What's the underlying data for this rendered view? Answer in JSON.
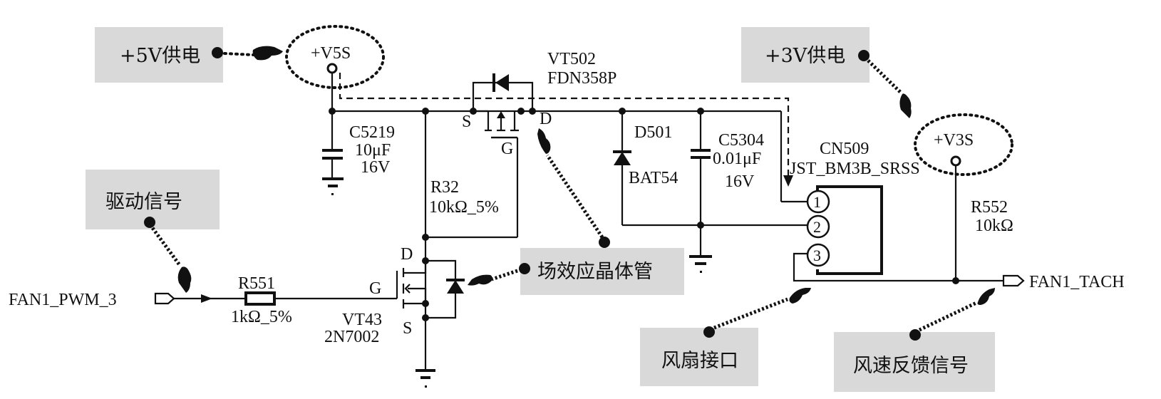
{
  "callouts": {
    "v5_supply": "+5V供电",
    "v3_supply": "+3V供电",
    "drive_signal": "驱动信号",
    "fet": "场效应晶体管",
    "fan_connector": "风扇接口",
    "fan_speed_feedback": "风速反馈信号"
  },
  "nets": {
    "v5s": "+V5S",
    "v3s": "+V3S",
    "pwm_in": "FAN1_PWM_3",
    "tach_out": "FAN1_TACH"
  },
  "components": {
    "c5219": {
      "ref": "C5219",
      "value": "10μF",
      "rating": "16V"
    },
    "vt502": {
      "ref": "VT502",
      "part": "FDN358P",
      "pin_s": "S",
      "pin_d": "D",
      "pin_g": "G"
    },
    "r32": {
      "ref": "R32",
      "value": "10kΩ_5%"
    },
    "d501": {
      "ref": "D501",
      "part": "BAT54"
    },
    "c5304": {
      "ref": "C5304",
      "value": "0.01μF",
      "rating": "16V"
    },
    "cn509": {
      "ref": "CN509",
      "part": "JST_BM3B_SRSS",
      "pins": [
        "1",
        "2",
        "3"
      ]
    },
    "r552": {
      "ref": "R552",
      "value": "10kΩ"
    },
    "r551": {
      "ref": "R551",
      "value": "1kΩ_5%"
    },
    "vt43": {
      "ref": "VT43",
      "part": "2N7002",
      "pin_d": "D",
      "pin_g": "G",
      "pin_s": "S"
    }
  }
}
